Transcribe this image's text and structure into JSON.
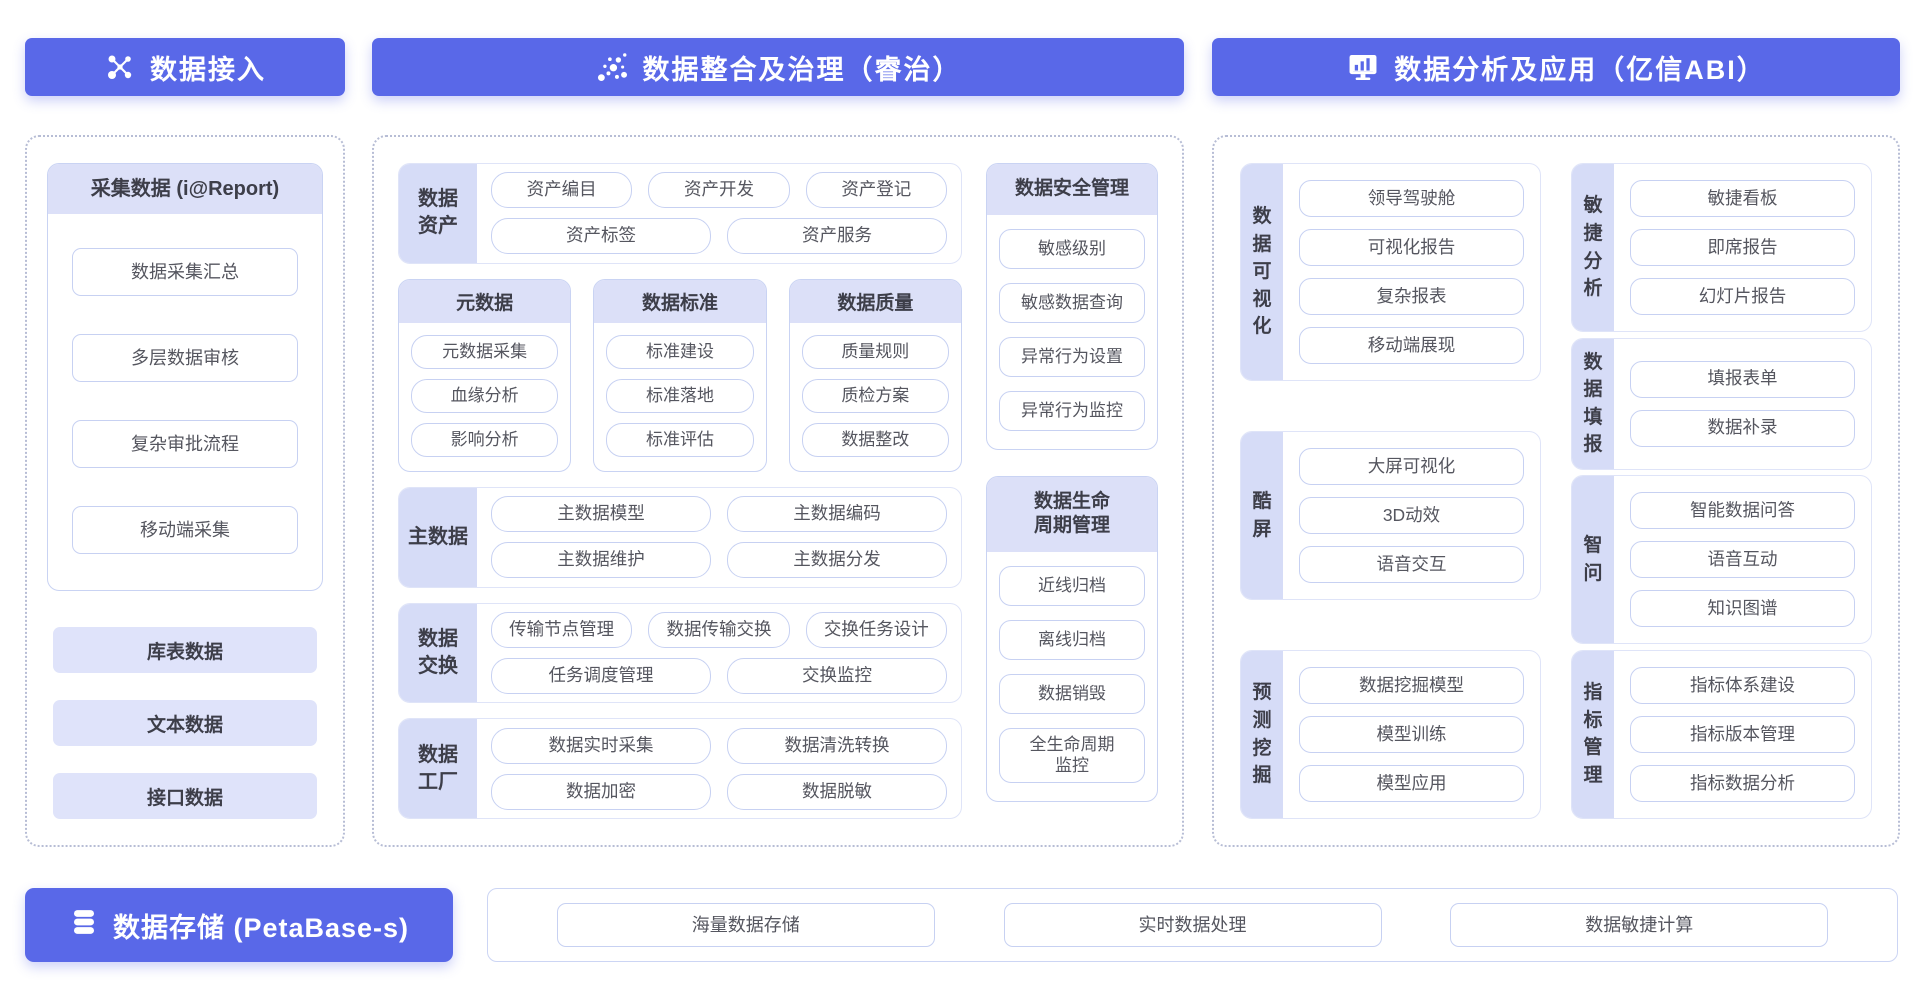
{
  "colors": {
    "primary": "#5968e8",
    "lavender": "#dce0f8",
    "label_bg": "#d6dcf7",
    "chip_border": "#c7d1f2"
  },
  "headers": {
    "ingest": "数据接入",
    "governance": "数据整合及治理（睿治）",
    "analysis": "数据分析及应用（亿信ABI）"
  },
  "left_panel": {
    "collect_card": {
      "title": "采集数据 (i@Report)",
      "items": [
        "数据采集汇总",
        "多层数据审核",
        "复杂审批流程",
        "移动端采集"
      ]
    },
    "data_boxes": [
      "库表数据",
      "文本数据",
      "接口数据"
    ]
  },
  "middle_panel": {
    "asset": {
      "label": "数据\n资产",
      "rows": [
        [
          "资产编目",
          "资产开发",
          "资产登记"
        ],
        [
          "资产标签",
          "资产服务"
        ]
      ]
    },
    "cards": [
      {
        "title": "元数据",
        "items": [
          "元数据采集",
          "血缘分析",
          "影响分析"
        ]
      },
      {
        "title": "数据标准",
        "items": [
          "标准建设",
          "标准落地",
          "标准评估"
        ]
      },
      {
        "title": "数据质量",
        "items": [
          "质量规则",
          "质检方案",
          "数据整改"
        ]
      }
    ],
    "master": {
      "label": "主数据",
      "rows": [
        [
          "主数据模型",
          "主数据编码"
        ],
        [
          "主数据维护",
          "主数据分发"
        ]
      ]
    },
    "exchange": {
      "label": "数据\n交换",
      "rows": [
        [
          "传输节点管理",
          "数据传输交换",
          "交换任务设计"
        ],
        [
          "任务调度管理",
          "交换监控"
        ]
      ]
    },
    "factory": {
      "label": "数据\n工厂",
      "rows": [
        [
          "数据实时采集",
          "数据清洗转换"
        ],
        [
          "数据加密",
          "数据脱敏"
        ]
      ]
    },
    "security_card": {
      "title": "数据安全管理",
      "items": [
        "敏感级别",
        "敏感数据查询",
        "异常行为设置",
        "异常行为监控"
      ]
    },
    "lifecycle_card": {
      "title": "数据生命\n周期管理",
      "items": [
        "近线归档",
        "离线归档",
        "数据销毁",
        "全生命周期\n监控"
      ]
    }
  },
  "right_panel": {
    "left_sections": [
      {
        "label": "数据可视化",
        "items": [
          "领导驾驶舱",
          "可视化报告",
          "复杂报表",
          "移动端展现"
        ]
      },
      {
        "label": "酷屏",
        "items": [
          "大屏可视化",
          "3D动效",
          "语音交互"
        ]
      },
      {
        "label": "预测挖掘",
        "items": [
          "数据挖掘模型",
          "模型训练",
          "模型应用"
        ]
      }
    ],
    "right_sections": [
      {
        "label": "敏捷分析",
        "items": [
          "敏捷看板",
          "即席报告",
          "幻灯片报告"
        ]
      },
      {
        "label": "数据填报",
        "items": [
          "填报表单",
          "数据补录"
        ]
      },
      {
        "label": "智问",
        "items": [
          "智能数据问答",
          "语音互动",
          "知识图谱"
        ]
      },
      {
        "label": "指标管理",
        "items": [
          "指标体系建设",
          "指标版本管理",
          "指标数据分析"
        ]
      }
    ]
  },
  "bottom": {
    "storage_label": "数据存储 (PetaBase-s)",
    "items": [
      "海量数据存储",
      "实时数据处理",
      "数据敏捷计算"
    ]
  }
}
